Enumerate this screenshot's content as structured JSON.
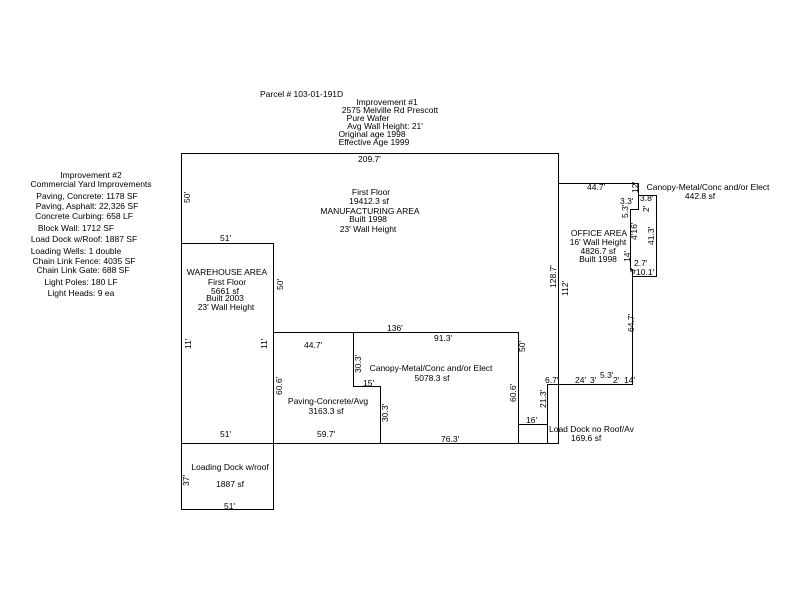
{
  "parcel": "Parcel # 103-01-191D",
  "improvement1": {
    "lines": [
      "Improvement #1",
      "2575 Melville Rd Prescott",
      "Pure Wafer",
      "Avg Wall Height: 21'",
      "Original age 1998",
      "Effective Age 1999"
    ]
  },
  "improvement2": {
    "lines": [
      "Improvement #2",
      "Commercial Yard Improvements",
      "Paving, Concrete: 1178 SF",
      "Paving, Asphalt: 22,326 SF",
      "Concrete Curbing: 658 LF",
      "Block Wall: 1712 SF",
      "Load Dock w/Roof: 1887 SF",
      "Loading Wells: 1 double",
      "Chain Link Fence: 4035 SF",
      "Chain Link Gate: 688 SF",
      "Light Poles: 180 LF",
      "Light Heads: 9 ea"
    ]
  },
  "areas": {
    "first_floor": [
      "First Floor",
      "19412.3 sf",
      "MANUFACTURING AREA",
      "Built 1998",
      "23' Wall Height"
    ],
    "warehouse": [
      "WAREHOUSE AREA",
      "First Floor",
      "5661 sf",
      "Built 2003",
      "23' Wall Height"
    ],
    "office": [
      "OFFICE AREA",
      "16' Wall Height",
      "4826.7 sf",
      "Built 1998"
    ],
    "canopy_main": [
      "Canopy-Metal/Conc and/or Elect",
      "5078.3 sf"
    ],
    "paving": [
      "Paving-Concrete/Avg",
      "3163.3 sf"
    ],
    "loading_dock_roof": [
      "Loading Dock w/roof",
      "1887 sf"
    ],
    "loading_dock_noroof": [
      "Load Dock no Roof/Av",
      "169.6 sf"
    ],
    "canopy_office": [
      "Canopy-Metal/Conc and/or Elect",
      "442.8 sf"
    ]
  },
  "dimensions": {
    "top_width": "209.7'",
    "left_50": "50'",
    "wh_top": "51'",
    "wh_right_50": "50'",
    "wh_left_11": "11'",
    "wh_right_11": "11'",
    "wh_bottom": "51'",
    "dock_left": "37'",
    "dock_bottom": "51'",
    "d136": "136'",
    "d447a": "44.7'",
    "d913": "91.3'",
    "d303a": "30.3'",
    "d15": "15'",
    "d606a": "60.6'",
    "d597": "59.7'",
    "d303b": "30.3'",
    "d763": "76.3'",
    "d606b": "60.6'",
    "d50b": "50'",
    "d16": "16'",
    "d213": "21.3'",
    "d67": "6.7'",
    "d1287": "128.7'",
    "d112": "112'",
    "d447b": "44.7'",
    "d33": "3.3'",
    "d38": "3.8'",
    "d12": "12'",
    "d53a": "5.3'",
    "d2": "2'",
    "d416": "4'16'",
    "d413": "41.3'",
    "d14a": "14'",
    "d4": "4'",
    "d27": "2.7'",
    "d101": "10.1'",
    "d647": "64.7'",
    "d24": "24'",
    "d3": "3'",
    "d53b": "5.3'",
    "d2b": "2'",
    "d14b": "14'"
  }
}
